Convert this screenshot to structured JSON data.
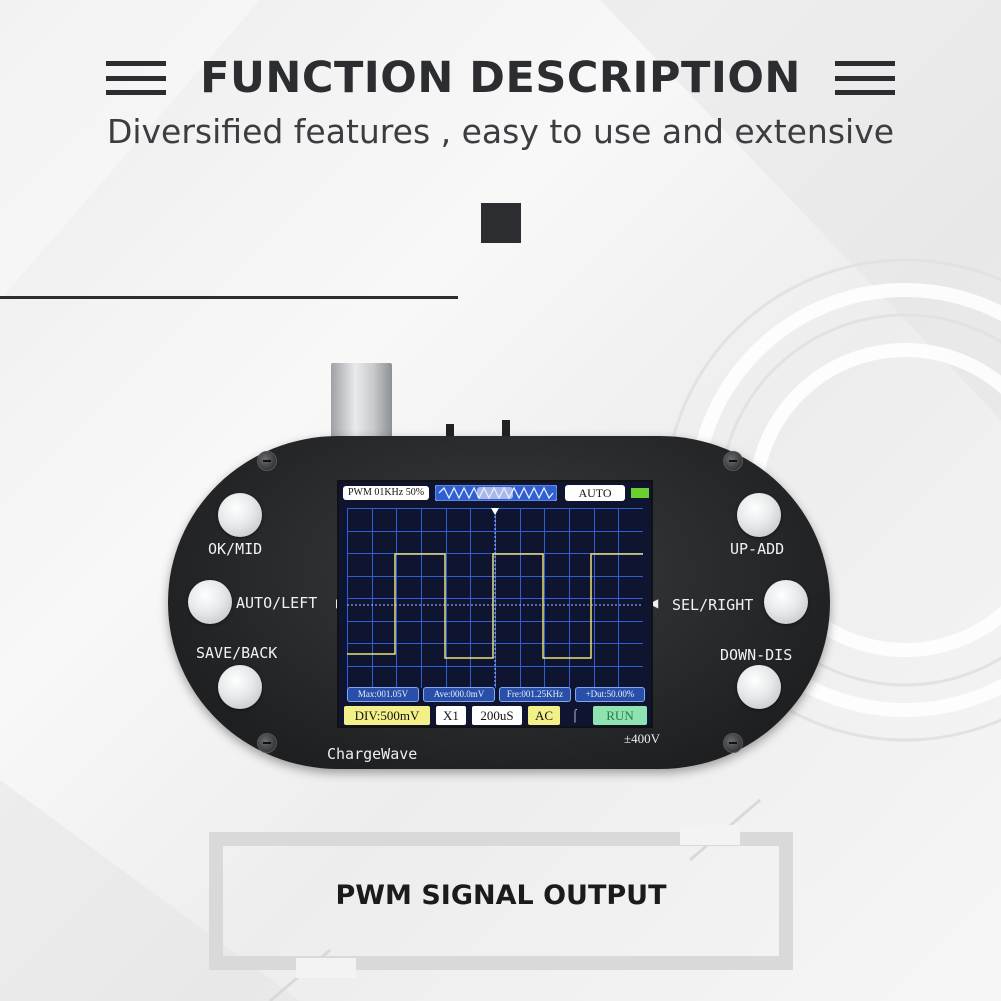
{
  "header": {
    "title": "FUNCTION DESCRIPTION",
    "subtitle": "Diversified features , easy to use and extensive"
  },
  "device": {
    "buttons_left": [
      "OK/MID",
      "AUTO/LEFT",
      "SAVE/BACK"
    ],
    "buttons_right": [
      "UP-ADD",
      "SEL/RIGHT",
      "DOWN-DIS"
    ],
    "brand": "ChargeWave",
    "voltage_rating": "±400V",
    "screen": {
      "mode": "PWM 01KHz 50%",
      "trigger_mode": "AUTO",
      "stats": [
        "Max:001.05V",
        "Ave:000.0mV",
        "Fre:001.25KHz",
        "+Dut:50.00%"
      ],
      "bottom": {
        "div": "DIV:500mV",
        "probe": "X1",
        "timebase": "200uS",
        "coupling": "AC",
        "run_state": "RUN"
      },
      "colors": {
        "background": "#0f1530",
        "grid": "#2f5fd0",
        "trace": "#e9e27a",
        "battery": "#6ad02e"
      }
    }
  },
  "caption": "PWM SIGNAL OUTPUT"
}
